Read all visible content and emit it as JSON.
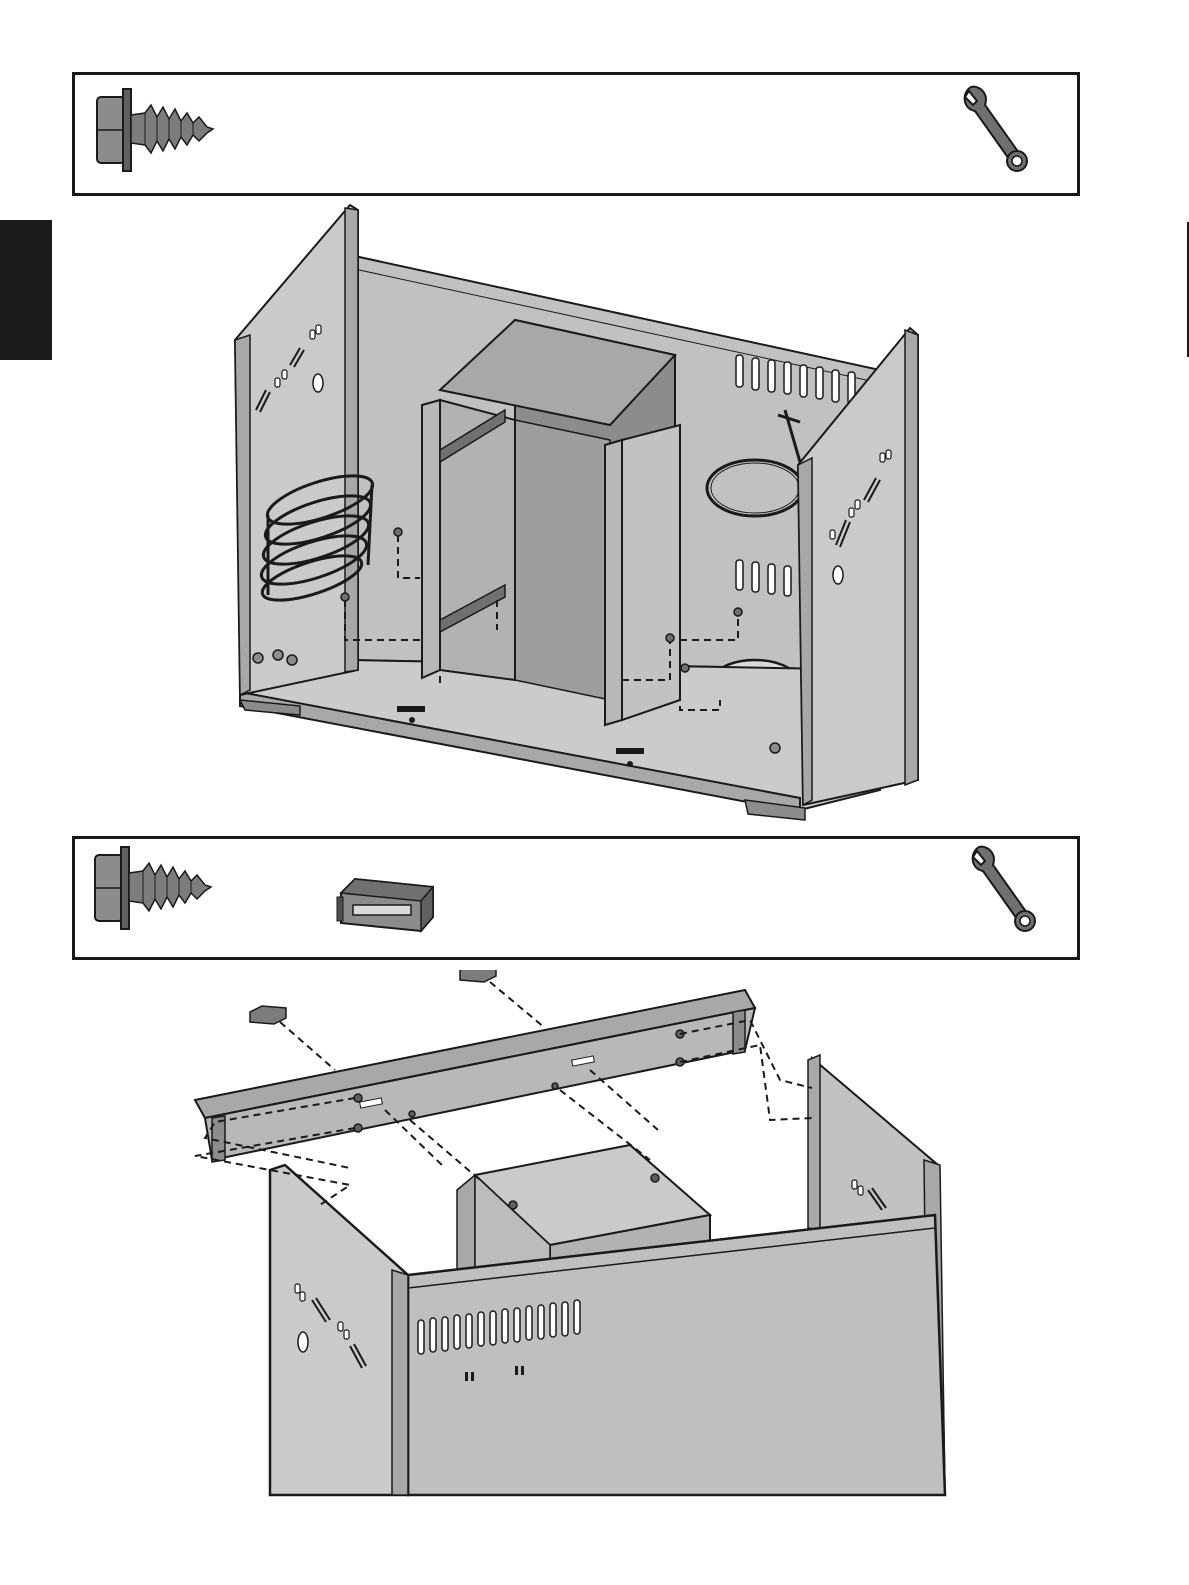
{
  "document": {
    "type": "assembly-instructions",
    "steps": [
      {
        "parts_panel": [
          "self-tapping-screw-icon",
          "wrench-icon"
        ],
        "illustration": "cabinet-base-with-drawer-frame-and-basket"
      },
      {
        "parts_panel": [
          "self-tapping-screw-icon",
          "bracket-block-icon",
          "wrench-icon"
        ],
        "illustration": "cabinet-top-rail-attachment"
      }
    ]
  },
  "colors": {
    "frame": "#1a1a1a",
    "panel_light": "#c8cacc",
    "panel_mid": "#a6a8aa",
    "panel_dark": "#6e7072",
    "screw": "#7a7c7e"
  }
}
